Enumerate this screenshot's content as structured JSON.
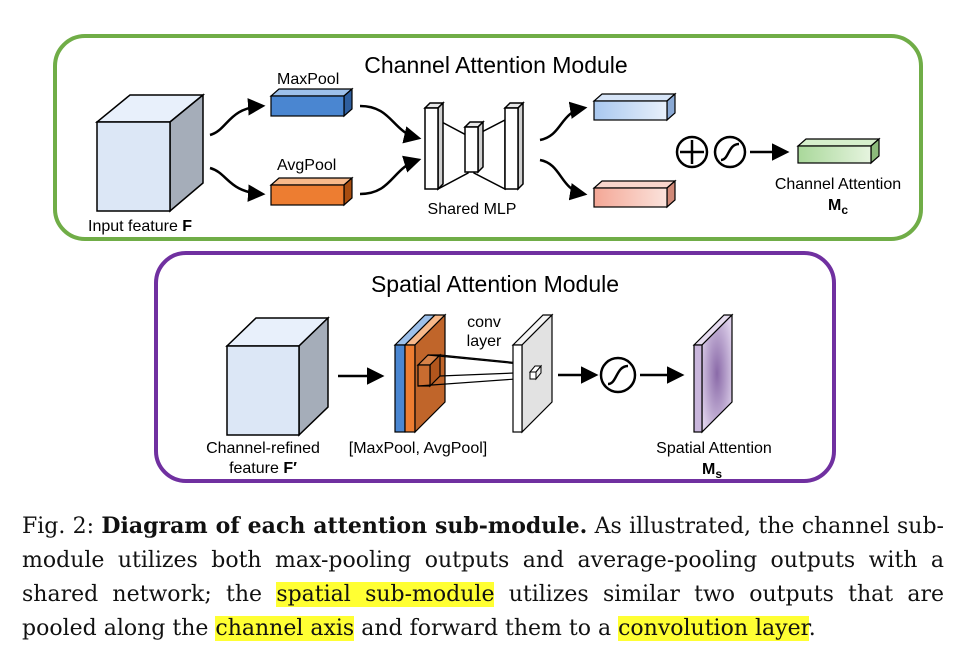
{
  "channel_module": {
    "title": "Channel Attention Module",
    "maxpool_label": "MaxPool",
    "avgpool_label": "AvgPool",
    "input_label": "Input feature",
    "input_symbol": "F",
    "mlp_label": "Shared MLP",
    "output_label": "Channel Attention",
    "output_symbol": "M",
    "output_subscript": "c",
    "border_color": "#70ad47"
  },
  "spatial_module": {
    "title": "Spatial Attention Module",
    "input_label_line1": "Channel-refined",
    "input_label_line2": "feature",
    "input_symbol": "F′",
    "concat_label": "[MaxPool, AvgPool]",
    "conv_label_line1": "conv",
    "conv_label_line2": "layer",
    "output_label": "Spatial Attention",
    "output_symbol": "M",
    "output_subscript": "s",
    "border_color": "#7030a0"
  },
  "icons": [
    "plus-circle-icon",
    "sigmoid-icon",
    "arrow-icon"
  ],
  "caption": {
    "prefix": "Fig. 2: ",
    "bold": "Diagram of each attention sub-module.",
    "text1": " As illustrated, the channel sub-module utilizes both max-pooling outputs and average-pooling outputs with a shared network; the ",
    "hl1": "spatial sub-module",
    "text2": " utilizes similar two outputs that are pooled along the ",
    "hl2": "channel axis",
    "text3": " and forward them to a ",
    "hl3": "convolution layer",
    "text4": "."
  }
}
